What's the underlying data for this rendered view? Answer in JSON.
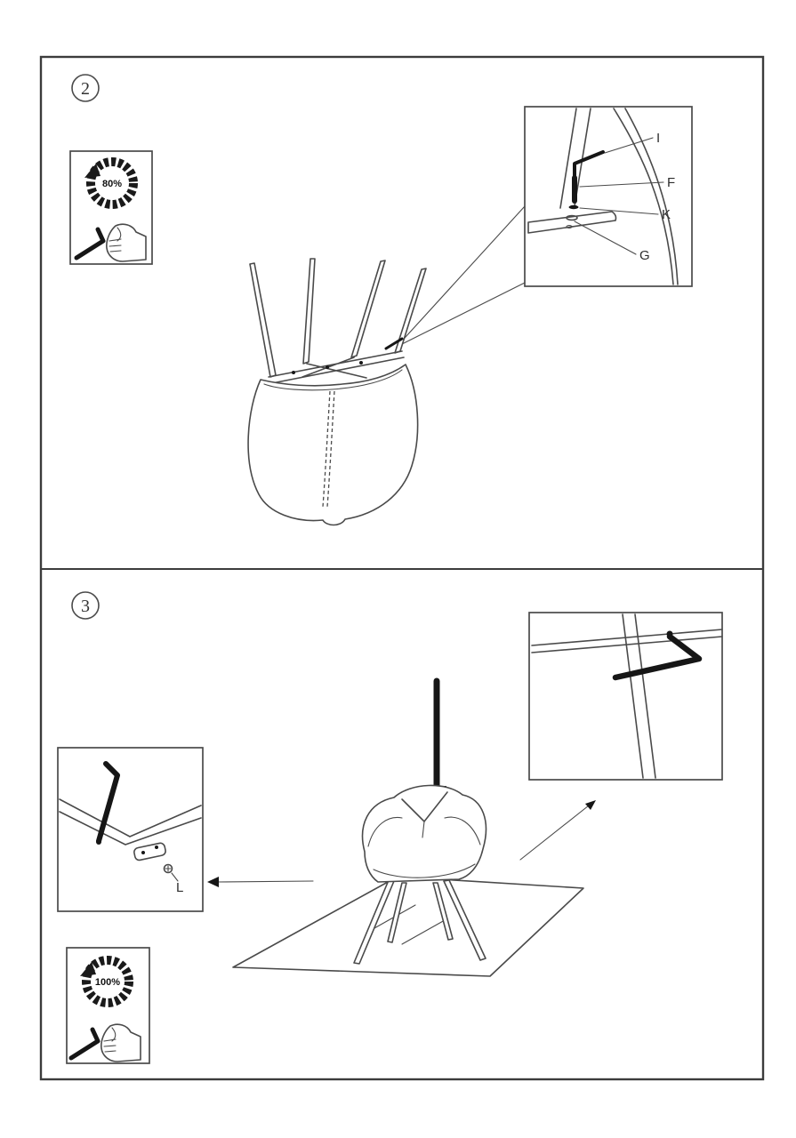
{
  "steps": {
    "step2": {
      "number": "2",
      "torque": "80%",
      "labels": {
        "I": "I",
        "F": "F",
        "K": "K",
        "G": "G"
      }
    },
    "step3": {
      "number": "3",
      "torque": "100%",
      "labels": {
        "L": "L"
      }
    }
  },
  "colors": {
    "line": "#4a4a4a",
    "ink": "#161616",
    "background": "#ffffff"
  }
}
